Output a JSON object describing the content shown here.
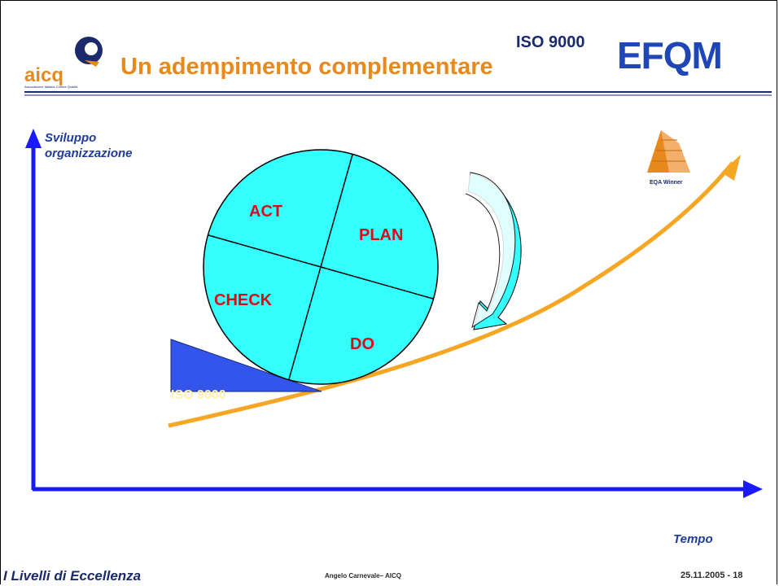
{
  "header": {
    "title": "Un adempimento complementare",
    "iso_label": "ISO 9000",
    "efqm_logo": "EFQM",
    "aicq_logo": "aicq",
    "aicq_tagline": "Associazione Italiana Cultura Qualità"
  },
  "diagram": {
    "y_axis_label_line1": "Sviluppo",
    "y_axis_label_line2": "organizzazione",
    "x_axis_label": "Tempo",
    "pdca": {
      "act": "ACT",
      "plan": "PLAN",
      "check": "CHECK",
      "do": "DO"
    },
    "wedge_label": "ISO 9000",
    "eqa_label": "EQA Winner"
  },
  "footer": {
    "left": "I Livelli di Eccellenza",
    "center": "Angelo Carnevale– AICQ",
    "right": "25.11.2005 - 18"
  },
  "colors": {
    "title_orange": "#e8891e",
    "axis_blue": "#1a1aff",
    "wheel_cyan": "#33ffff",
    "pdca_red": "#d90a1b",
    "curve_orange": "#f5a623",
    "wedge_blue": "#3355ee"
  }
}
